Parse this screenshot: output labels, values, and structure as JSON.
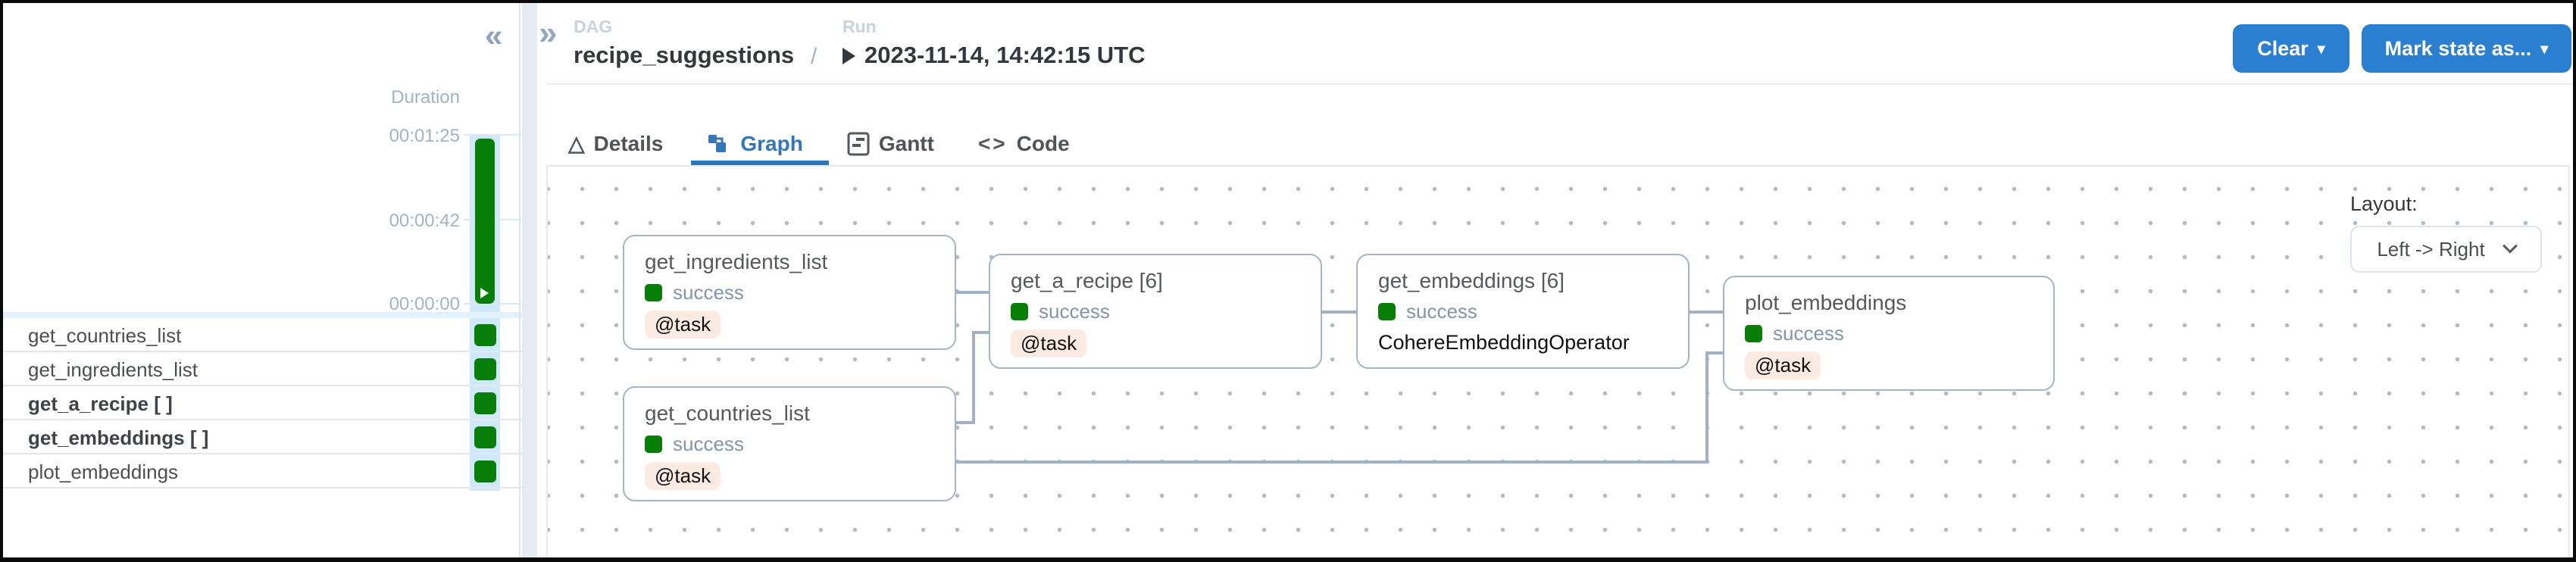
{
  "icons": {
    "collapse_grid": "«",
    "expand_panel": "»",
    "button_caret": "▾",
    "details_tab_glyph": "△",
    "code_tab_glyph": "<>"
  },
  "sidebar": {
    "duration_label": "Duration",
    "ticks": [
      "00:01:25",
      "00:00:42",
      "00:00:00"
    ],
    "run_state": "success",
    "tasks": [
      {
        "label": "get_countries_list",
        "state": "success"
      },
      {
        "label": "get_ingredients_list",
        "state": "success"
      },
      {
        "label": "get_a_recipe [ ]",
        "state": "success"
      },
      {
        "label": "get_embeddings [ ]",
        "state": "success"
      },
      {
        "label": "plot_embeddings",
        "state": "success"
      }
    ]
  },
  "header": {
    "dag_label": "DAG",
    "dag_name": "recipe_suggestions",
    "separator": "/",
    "run_label": "Run",
    "run_timestamp": "2023-11-14, 14:42:15 UTC",
    "clear_button": "Clear",
    "mark_state_button": "Mark state as..."
  },
  "tabs": [
    {
      "label": "Details"
    },
    {
      "label": "Graph"
    },
    {
      "label": "Gantt"
    },
    {
      "label": "Code"
    }
  ],
  "graph": {
    "nodes": [
      {
        "title": "get_ingredients_list",
        "state": "success",
        "badge": "@task"
      },
      {
        "title": "get_countries_list",
        "state": "success",
        "badge": "@task"
      },
      {
        "title": "get_a_recipe [6]",
        "state": "success",
        "badge": "@task"
      },
      {
        "title": "get_embeddings [6]",
        "state": "success",
        "operator": "CohereEmbeddingOperator"
      },
      {
        "title": "plot_embeddings",
        "state": "success",
        "badge": "@task"
      }
    ],
    "edges": [
      {
        "from": "get_ingredients_list",
        "to": "get_a_recipe"
      },
      {
        "from": "get_countries_list",
        "to": "get_a_recipe"
      },
      {
        "from": "get_a_recipe",
        "to": "get_embeddings"
      },
      {
        "from": "get_embeddings",
        "to": "plot_embeddings"
      },
      {
        "from": "get_countries_list",
        "to": "plot_embeddings"
      }
    ],
    "layout_control": {
      "label": "Layout:",
      "value": "Left -> Right"
    }
  },
  "colors": {
    "accent_blue_button": "#2b7fd0",
    "accent_blue_tab": "#3377b8",
    "success_green": "#077e07",
    "task_badge_bg": "#fcebe3",
    "selected_run_bg": "#cfe9fa",
    "edge_gray": "#a3b1c2"
  }
}
